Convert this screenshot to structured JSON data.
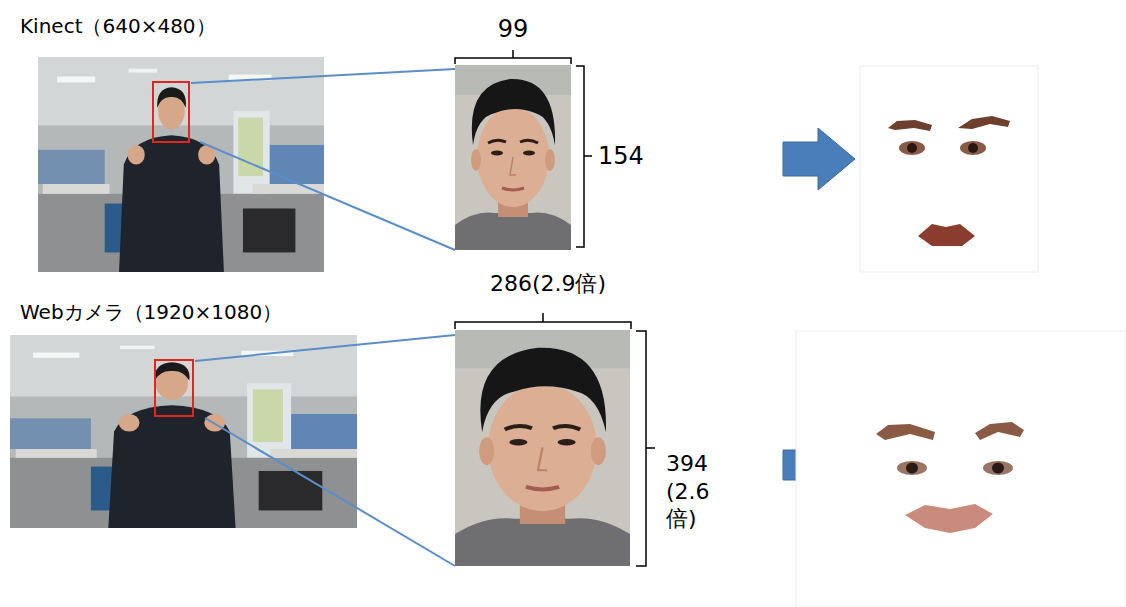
{
  "diagram": {
    "labels": [
      "Kinect（640×480）",
      "99",
      "154",
      "286(2.9倍)",
      "Webカメラ（1920×1080）",
      "394 (2.6倍)"
    ]
  }
}
